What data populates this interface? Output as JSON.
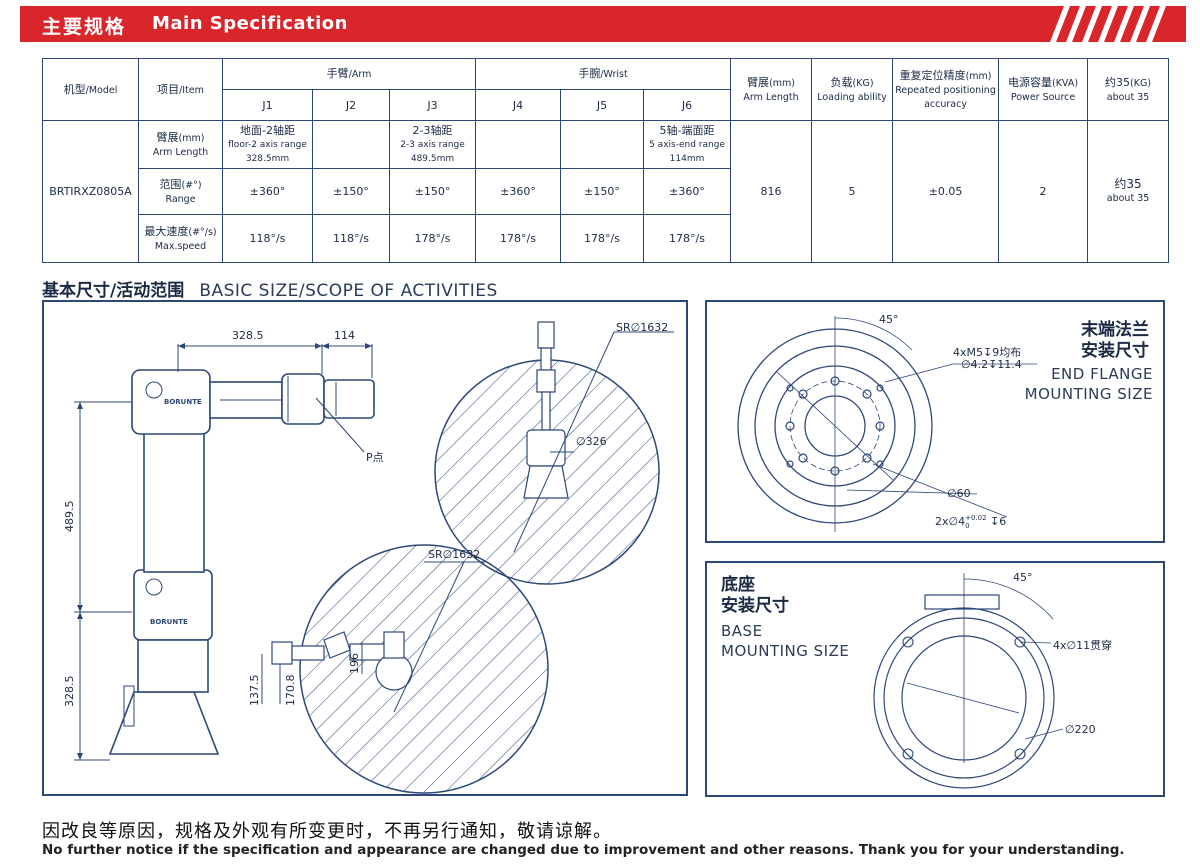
{
  "header": {
    "title_cn": "主要规格",
    "title_en": "Main Specification"
  },
  "colors": {
    "accent": "#d9262b",
    "frame": "#2d4778",
    "hatch": "#3a5486"
  },
  "table": {
    "model_cn": "机型",
    "model_en": "/Model",
    "item_cn": "项目",
    "item_en": "/Item",
    "arm_cn": "手臂",
    "arm_en": "/Arm",
    "wrist_cn": "手腕",
    "wrist_en": "/Wrist",
    "joints": [
      "J1",
      "J2",
      "J3",
      "J4",
      "J5",
      "J6"
    ],
    "armlen_cn": "臂展",
    "armlen_unit": "(mm)",
    "armlen_en": "Arm Length",
    "load_cn": "负载",
    "load_unit": "(KG)",
    "load_en": "Loading ability",
    "rep_cn": "重复定位精度",
    "rep_unit": "(mm)",
    "rep_en1": "Repeated positioning",
    "rep_en2": "accuracy",
    "power_cn": "电源容量",
    "power_unit": "(KVA)",
    "power_en": "Power Source",
    "weight_cn": "约35",
    "weight_unit": "(KG)",
    "weight_en": "about 35",
    "model": "BRTIRXZ0805A",
    "row_armlen_cn": "臂展",
    "row_armlen_unit": "(mm)",
    "row_armlen_en": "Arm Length",
    "row_range_cn": "范围",
    "row_range_unit": "(#°)",
    "row_range_en": "Range",
    "row_speed_cn": "最大速度",
    "row_speed_unit": "(#°/s)",
    "row_speed_en": "Max.speed",
    "j1_len_cn": "地面-2轴距",
    "j1_len_en": "floor-2 axis range",
    "j1_len_val": "328.5mm",
    "j3_len_cn": "2-3轴距",
    "j3_len_en": "2-3 axis range",
    "j3_len_val": "489.5mm",
    "j6_len_cn": "5轴-端面距",
    "j6_len_en": "5 axis-end range",
    "j6_len_val": "114mm",
    "ranges": [
      "±360°",
      "±150°",
      "±150°",
      "±360°",
      "±150°",
      "±360°"
    ],
    "speeds": [
      "118°/s",
      "118°/s",
      "178°/s",
      "178°/s",
      "178°/s",
      "178°/s"
    ],
    "arm_length": "816",
    "load": "5",
    "repeatability": "±0.05",
    "power": "2"
  },
  "section2": {
    "title_cn": "基本尺寸/活动范围",
    "title_en": "BASIC SIZE/SCOPE OF ACTIVITIES"
  },
  "drawing": {
    "d_328_5": "328.5",
    "d_114": "114",
    "d_489_5": "489.5",
    "d_328_5b": "328.5",
    "p_point": "P点",
    "sr1": "SR∅1632",
    "sr2": "SR∅1632",
    "d326": "∅326",
    "d137_5": "137.5",
    "d170_8": "170.8",
    "d196": "196",
    "logo": "BORUNTE"
  },
  "flange": {
    "title_cn1": "末端法兰",
    "title_cn2": "安装尺寸",
    "title_en1": "END FLANGE",
    "title_en2": "MOUNTING SIZE",
    "angle": "45°",
    "hole1": "4xM5↧9均布",
    "hole2": "∅4.2↧11.4",
    "d60": "∅60",
    "pin_a": "2x∅4",
    "pin_tol_up": "+0.02",
    "pin_tol_lo": "0",
    "pin_b": "↧6"
  },
  "base": {
    "title_cn1": "底座",
    "title_cn2": "安装尺寸",
    "title_en1": "BASE",
    "title_en2": "MOUNTING SIZE",
    "angle": "45°",
    "holes": "4x∅11贯穿",
    "d220": "∅220"
  },
  "footer": {
    "note_cn": "因改良等原因，规格及外观有所变更时，不再另行通知，敬请谅解。",
    "note_en": "No further notice if the specification and appearance are changed due to improvement and other reasons. Thank you for your understanding."
  }
}
